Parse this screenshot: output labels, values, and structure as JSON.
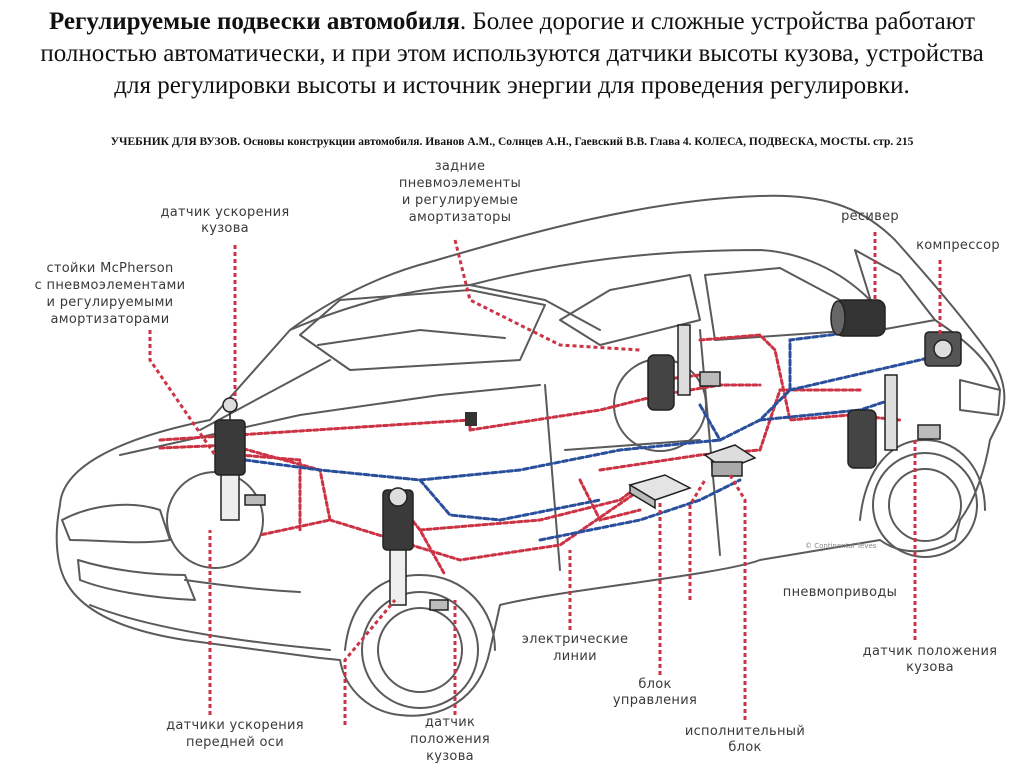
{
  "header": {
    "title_bold": "Регулируемые подвески автомобиля",
    "title_rest": ". Более дорогие и сложные устройства работают полностью автоматически, и при этом используются датчики высоты кузова, устройства для регулировки высоты и источник энергии для проведения регулировки.",
    "source": "УЧЕБНИК ДЛЯ ВУЗОВ. Основы конструкции автомобиля. Иванов А.М., Солнцев А.Н., Гаевский В.В. Глава 4. КОЛЕСА, ПОДВЕСКА, МОСТЫ. стр. 215"
  },
  "labels": {
    "rear_air": [
      "задние",
      "пневмоэлементы",
      "и регулируемые",
      "амортизаторы"
    ],
    "accel_body": [
      "датчик ускорения",
      "кузова"
    ],
    "mcpherson": [
      "стойки McPherson",
      "с пневмоэлементами",
      "и регулируемыми",
      "амортизаторами"
    ],
    "receiver": "ресивер",
    "compressor": "компрессор",
    "pneumo": "пневмоприводы",
    "body_pos_right": [
      "датчик положения",
      "кузова"
    ],
    "electric": [
      "электрические",
      "линии"
    ],
    "control_unit": [
      "блок",
      "управления"
    ],
    "actuator": [
      "исполнительный",
      "блок"
    ],
    "accel_front": [
      "датчики ускорения",
      "передней оси"
    ],
    "body_pos_front": [
      "датчик",
      "положения",
      "кузова"
    ],
    "copyright": "© Continental Teves"
  },
  "colors": {
    "electric_line": "#cc3344",
    "air_line": "#2a4f9c",
    "outline": "#555555"
  }
}
